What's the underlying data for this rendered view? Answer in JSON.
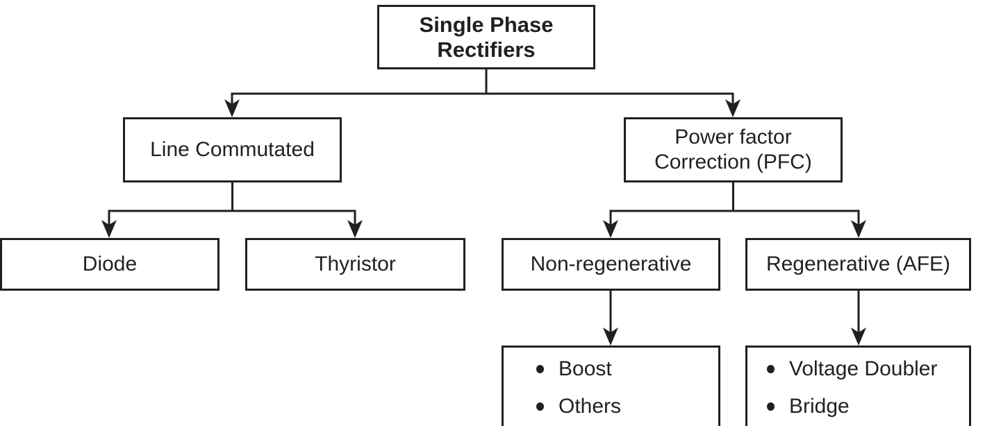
{
  "diagram": {
    "nodes": {
      "root": {
        "label": "Single Phase\nRectifiers"
      },
      "line_commutated": {
        "label": "Line Commutated"
      },
      "pfc": {
        "label": "Power factor\nCorrection (PFC)"
      },
      "diode": {
        "label": "Diode"
      },
      "thyristor": {
        "label": "Thyristor"
      },
      "non_regenerative": {
        "label": "Non-regenerative"
      },
      "regenerative": {
        "label": "Regenerative (AFE)"
      },
      "non_regenerative_types": {
        "items": [
          "Boost",
          "Others"
        ]
      },
      "regenerative_types": {
        "items": [
          "Voltage Doubler",
          "Bridge"
        ]
      }
    },
    "colors": {
      "ink": "#231f20",
      "background": "#ffffff"
    }
  }
}
